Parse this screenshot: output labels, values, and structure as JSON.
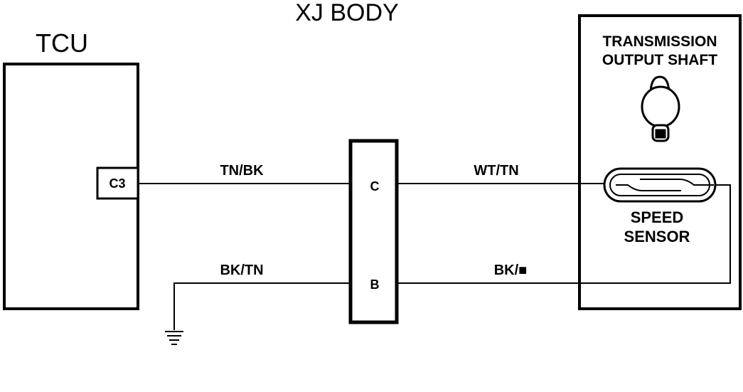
{
  "title": "XJ BODY",
  "tcu": {
    "label": "TCU",
    "pin_label": "C3"
  },
  "connector": {
    "pin_top": "C",
    "pin_bottom": "B"
  },
  "wires": {
    "tcu_to_connector_top": "TN/BK",
    "ground_to_connector_bottom": "BK/TN",
    "connector_to_sensor_top": "WT/TN",
    "connector_to_sensor_bottom": "BK/■"
  },
  "transmission": {
    "title_line1": "TRANSMISSION",
    "title_line2": "OUTPUT SHAFT",
    "sensor_line1": "SPEED",
    "sensor_line2": "SENSOR"
  },
  "icons": {
    "shaft": "output-shaft-icon",
    "sensor": "speed-sensor-icon",
    "ground": "ground-icon"
  }
}
